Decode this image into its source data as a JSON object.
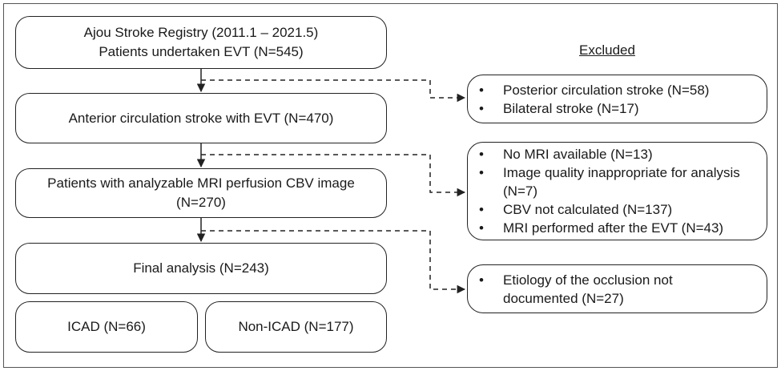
{
  "main": {
    "registry": [
      "Ajou Stroke Registry (2011.1 – 2021.5)",
      "Patients undertaken EVT (N=545)"
    ],
    "anterior": "Anterior circulation stroke with EVT (N=470)",
    "mri": [
      "Patients with analyzable MRI perfusion CBV image",
      "(N=270)"
    ],
    "final": "Final analysis (N=243)",
    "icad": "ICAD (N=66)",
    "non_icad": "Non-ICAD (N=177)"
  },
  "excluded": {
    "heading": "Excluded",
    "group1": [
      "Posterior circulation stroke (N=58)",
      "Bilateral stroke (N=17)"
    ],
    "group2": [
      "No MRI available (N=13)",
      "Image quality inappropriate for analysis",
      "(N=7)",
      "CBV not calculated (N=137)",
      "MRI performed after the EVT (N=43)"
    ],
    "group3": [
      "Etiology of the occlusion not",
      "documented (N=27)"
    ]
  }
}
